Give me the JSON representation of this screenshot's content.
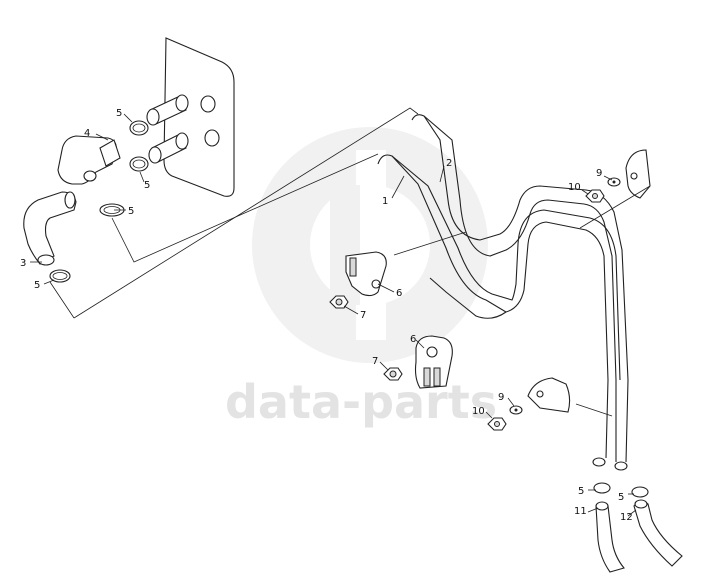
{
  "watermark": {
    "text": "data-parts"
  },
  "callouts": {
    "p1": "1",
    "p2": "2",
    "p3": "3",
    "p4": "4",
    "p5a": "5",
    "p5b": "5",
    "p5c": "5",
    "p5d": "5",
    "p5e": "5",
    "p5f": "5",
    "p6a": "6",
    "p6b": "6",
    "p7a": "7",
    "p7b": "7",
    "p9a": "9",
    "p9b": "9",
    "p10a": "10",
    "p10b": "10",
    "p11": "11",
    "p12": "12"
  }
}
